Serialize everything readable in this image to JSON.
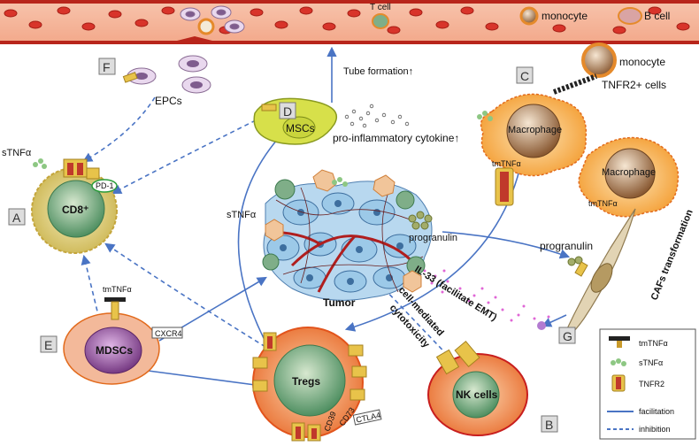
{
  "vessel": {
    "t_cell": "T cell",
    "monocyte": "monocyte",
    "b_cell": "B cell",
    "monocyte2": "monocyte"
  },
  "panels": {
    "A": "A",
    "B": "B",
    "C": "C",
    "D": "D",
    "E": "E",
    "F": "F",
    "G": "G"
  },
  "cells": {
    "cd8": "CD8⁺",
    "mscs": "MSCs",
    "macrophage1": "Macrophage",
    "macrophage2": "Macrophage",
    "mdscs": "MDSCs",
    "tregs": "Tregs",
    "nk": "NK cells",
    "tumor": "Tumor",
    "epcs": "EPCs",
    "tnfr2_cells": "TNFR2+ cells"
  },
  "labels": {
    "tube_formation": "Tube formation↑",
    "pro_inflammatory": "pro-inflammatory cytokine↑",
    "stnfa_left": "sTNFα",
    "stnfa_tumor": "sTNFα",
    "progranulin_tumor": "progranulin",
    "progranulin_caf": "progranulin",
    "caf_transformation": "CAFs transformation",
    "il33": "IL-33 (facilitate EMT)",
    "cell_mediated": "cell-mediated",
    "cytotoxicity": "cytotoxicity",
    "tmtnfa_mdsc": "tmTNFα",
    "tmtnfa_mac1": "tmTNFα",
    "tmtnfa_mac2": "tmTNFα",
    "pd1": "PD-1",
    "cxcr4": "CXCR4",
    "ctla4": "CTLA4",
    "cd39": "CD39",
    "cd73": "CD73"
  },
  "legend": {
    "tmtnfa": "tmTNFα",
    "stnfa": "sTNFα",
    "tnfr2": "TNFR2",
    "facilitation": "facilitation",
    "inhibition": "inhibition"
  },
  "colors": {
    "arrow": "#4a74c4",
    "vessel": "#c0392b",
    "cell_orange": "#f4a23a",
    "nucleus_green": "#5a9e6e",
    "mdsc_purple": "#7b3f8c",
    "tumor_blue": "#9cc9e8"
  }
}
